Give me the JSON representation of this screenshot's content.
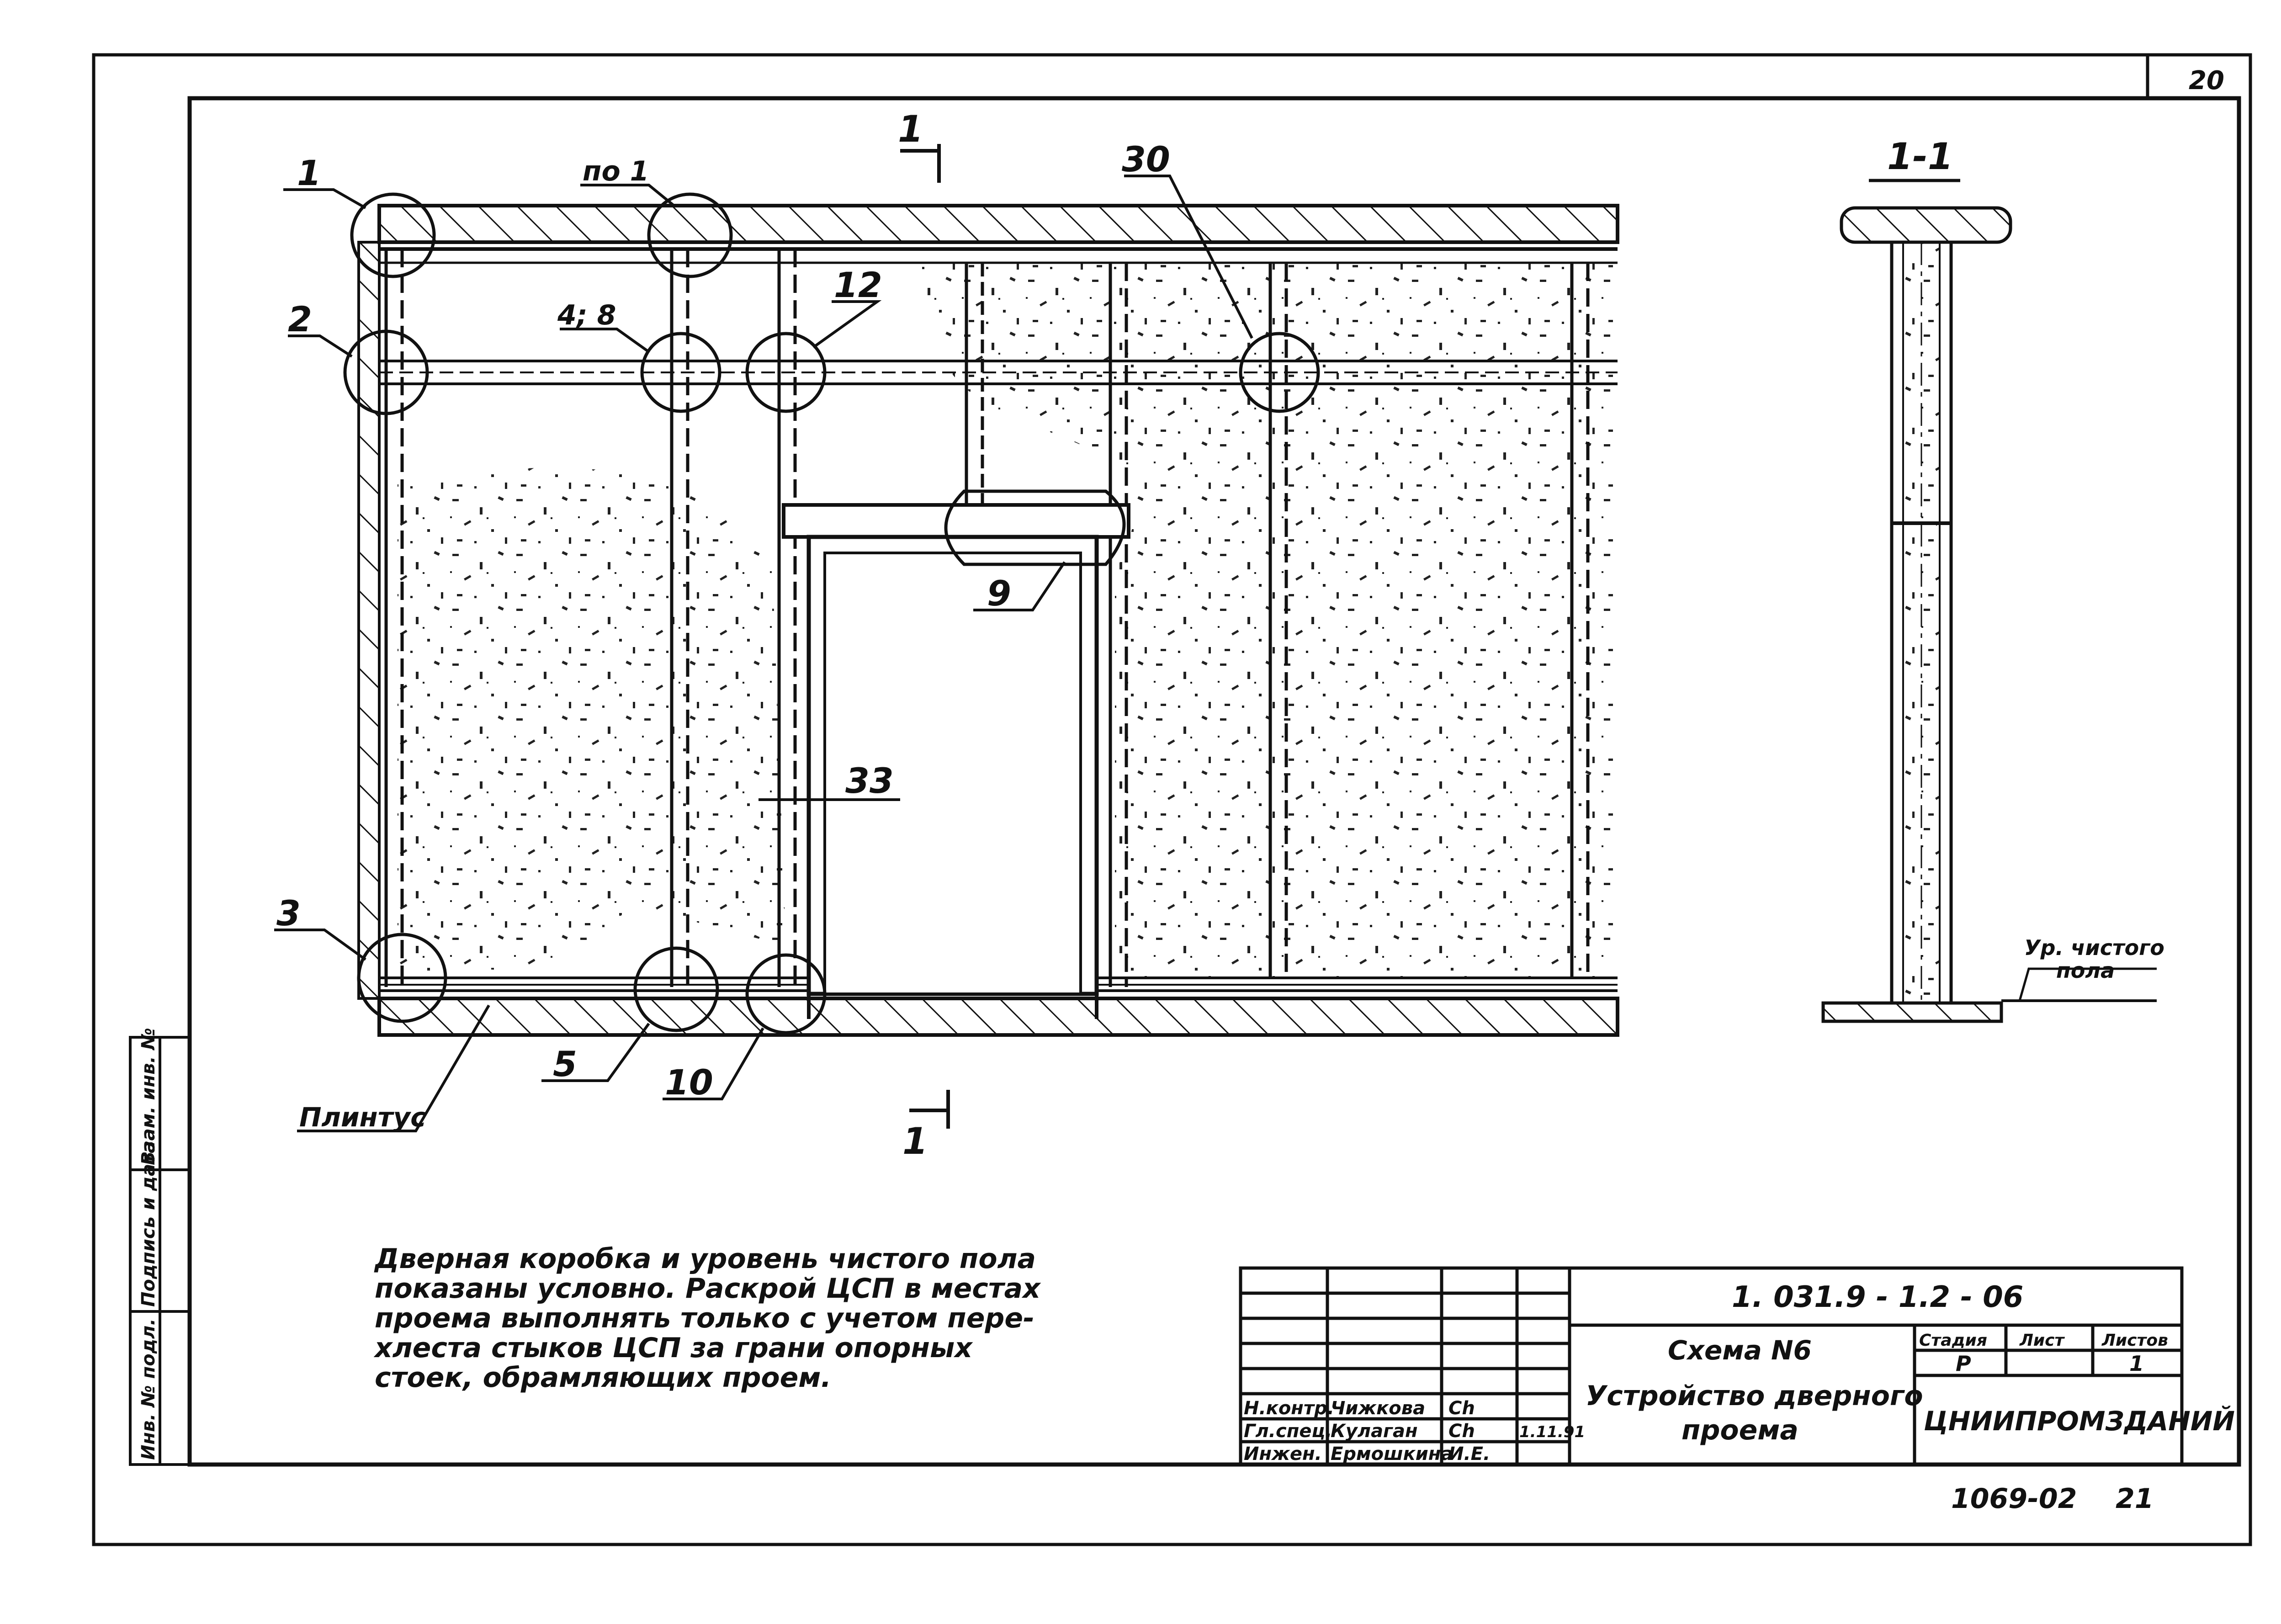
{
  "sheet_number": "20",
  "section_marks": {
    "top": "1",
    "bottom": "1"
  },
  "callouts": {
    "c1": "1",
    "c_po1": "по 1",
    "c2": "2",
    "c4_8": "4; 8",
    "c12": "12",
    "c30": "30",
    "c9": "9",
    "c33": "33",
    "c3": "3",
    "c5": "5",
    "c10": "10",
    "plinth": "Плинтус"
  },
  "section_view": {
    "title": "1-1",
    "floor_label_line1": "Ур. чистого",
    "floor_label_line2": "пола"
  },
  "note_lines": [
    "Дверная коробка и уровень чистого пола",
    "показаны условно. Раскрой ЦСП в местах",
    "проема выполнять только с учетом пере-",
    "хлеста стыков ЦСП за грани опорных",
    "стоек, обрамляющих проем."
  ],
  "side_stamp": {
    "cell1": "Инв. № подл.",
    "cell2": "Подпись и дата",
    "cell3": "Взам. инв. №"
  },
  "title_block": {
    "doc_code": "1. 031.9 - 1.2 - 06",
    "scheme_title": "Схема N6",
    "title_line1": "Устройство дверного",
    "title_line2": "проема",
    "stage_label": "Стадия",
    "sheet_label": "Лист",
    "sheets_label": "Листов",
    "stage": "Р",
    "sheets_total": "1",
    "organization": "ЦНИИПРОМЗДАНИЙ",
    "people": [
      {
        "role": "Н.контр.",
        "name": "Чижкова",
        "sign": "Сh",
        "date": ""
      },
      {
        "role": "Гл.спец.",
        "name": "Кулаган",
        "sign": "Сh",
        "date": "1.11.91"
      },
      {
        "role": "Инжен.",
        "name": "Ермошкина",
        "sign": "И.Е.",
        "date": ""
      }
    ]
  },
  "bottom_code": "1069-02",
  "bottom_page": "21"
}
